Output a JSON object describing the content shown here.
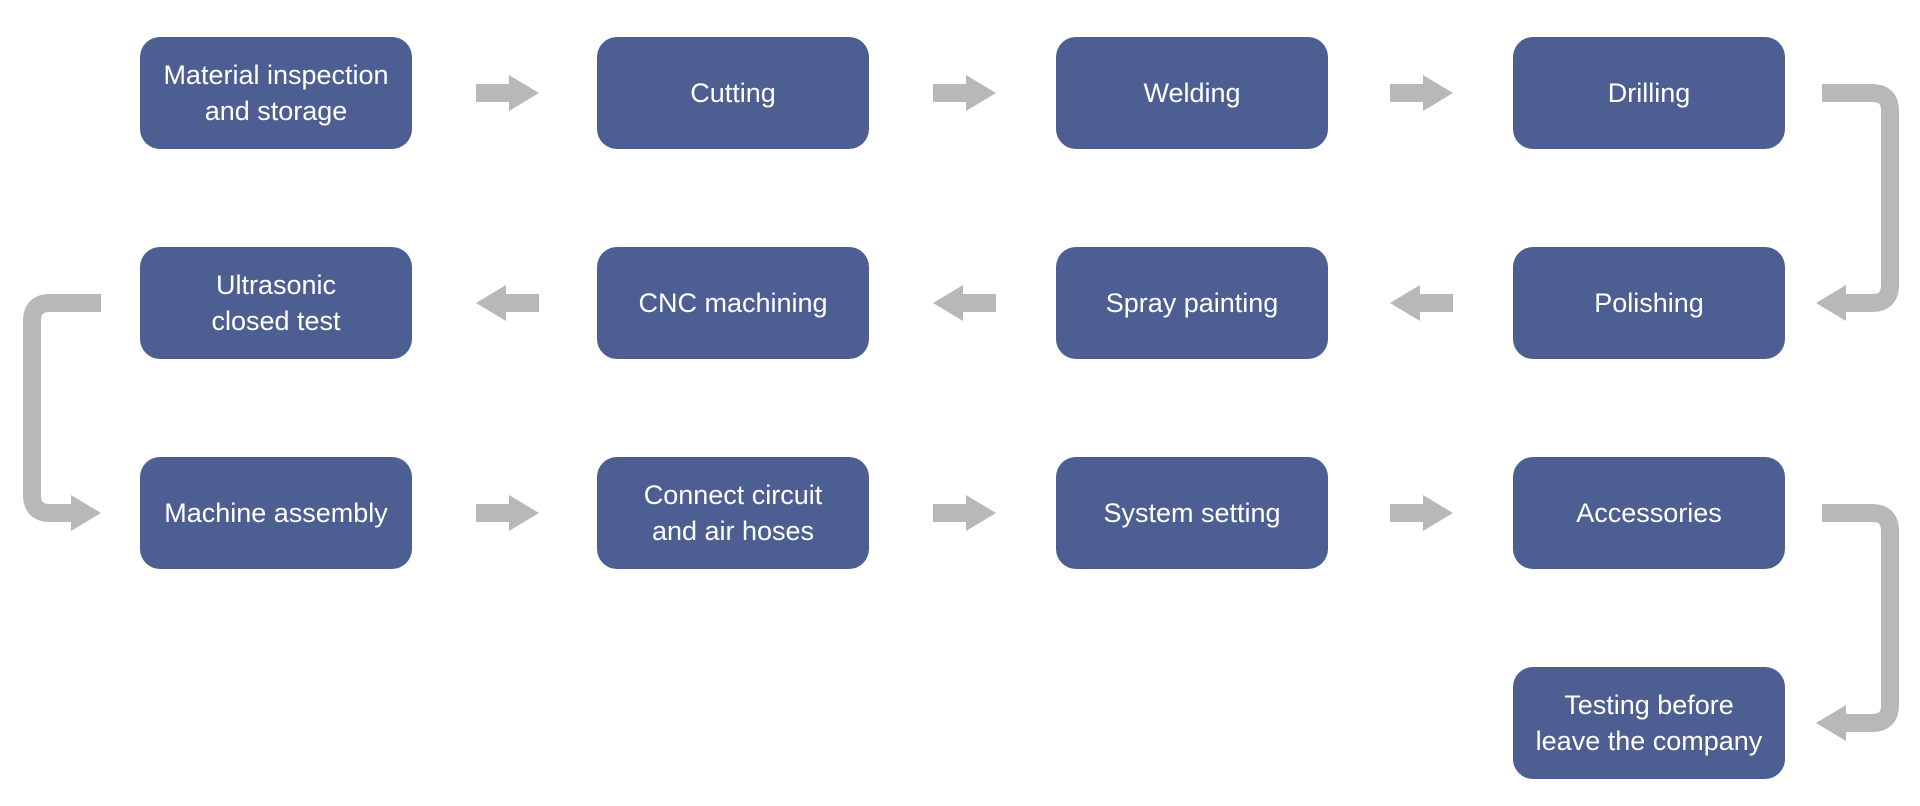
{
  "colors": {
    "box_fill": "#4d5e93",
    "box_text": "#ffffff",
    "arrow": "#b8b8b8",
    "background": "#ffffff"
  },
  "steps": [
    {
      "id": 1,
      "label": "Material inspection\nand storage"
    },
    {
      "id": 2,
      "label": "Cutting"
    },
    {
      "id": 3,
      "label": "Welding"
    },
    {
      "id": 4,
      "label": "Drilling"
    },
    {
      "id": 5,
      "label": "Polishing"
    },
    {
      "id": 6,
      "label": "Spray painting"
    },
    {
      "id": 7,
      "label": "CNC machining"
    },
    {
      "id": 8,
      "label": "Ultrasonic\nclosed test"
    },
    {
      "id": 9,
      "label": "Machine assembly"
    },
    {
      "id": 10,
      "label": "Connect circuit\nand air hoses"
    },
    {
      "id": 11,
      "label": "System setting"
    },
    {
      "id": 12,
      "label": "Accessories"
    },
    {
      "id": 13,
      "label": "Testing before\nleave the company"
    }
  ],
  "connections": [
    {
      "from": 1,
      "to": 2,
      "arrow": "right-arrow"
    },
    {
      "from": 2,
      "to": 3,
      "arrow": "right-arrow"
    },
    {
      "from": 3,
      "to": 4,
      "arrow": "right-arrow"
    },
    {
      "from": 4,
      "to": 5,
      "arrow": "elbow-down-right-side"
    },
    {
      "from": 5,
      "to": 6,
      "arrow": "left-arrow"
    },
    {
      "from": 6,
      "to": 7,
      "arrow": "left-arrow"
    },
    {
      "from": 7,
      "to": 8,
      "arrow": "left-arrow"
    },
    {
      "from": 8,
      "to": 9,
      "arrow": "elbow-down-left-side"
    },
    {
      "from": 9,
      "to": 10,
      "arrow": "right-arrow"
    },
    {
      "from": 10,
      "to": 11,
      "arrow": "right-arrow"
    },
    {
      "from": 11,
      "to": 12,
      "arrow": "right-arrow"
    },
    {
      "from": 12,
      "to": 13,
      "arrow": "elbow-down-right-side"
    }
  ]
}
